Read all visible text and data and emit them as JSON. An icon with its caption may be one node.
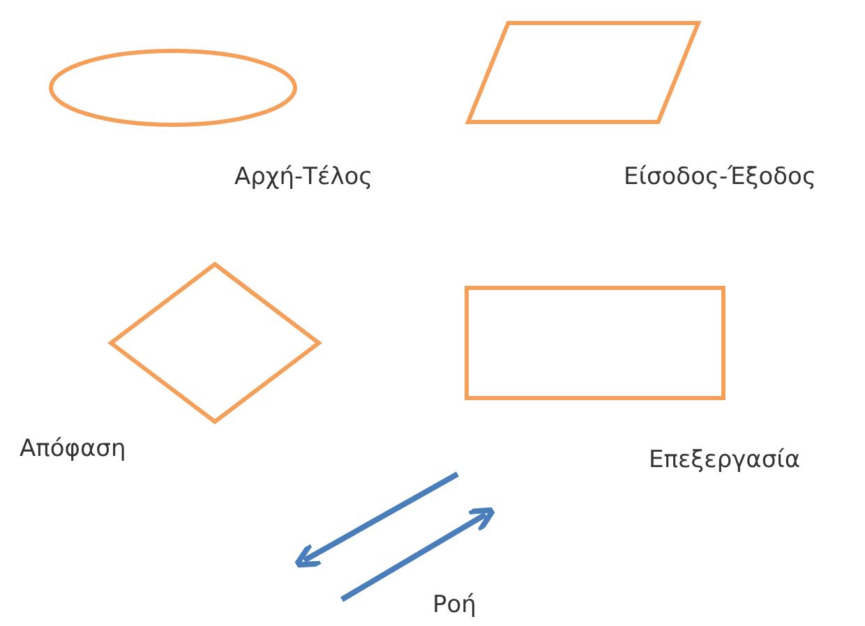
{
  "diagram": {
    "nodes": [
      {
        "text": [],
        "shape": "ellipse",
        "beside": [
          "Αρχή-Τέλος"
        ]
      },
      {
        "text": [],
        "shape": "parallelogram",
        "beside": [
          "Είσοδος-Έξοδος"
        ]
      },
      {
        "text": [],
        "shape": "diamond",
        "beside": [
          "Απόφαση"
        ]
      },
      {
        "text": [],
        "shape": "box",
        "beside": [
          "Επεξεργασία"
        ]
      }
    ],
    "labels": [
      "Ροή"
    ]
  }
}
